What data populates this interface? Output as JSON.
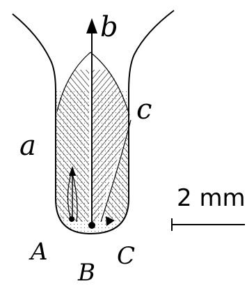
{
  "diagram": {
    "labels": {
      "a": "a",
      "b": "b",
      "c": "c",
      "A": "A",
      "B": "B",
      "C": "C"
    },
    "scale_bar": {
      "label": "2 mm"
    }
  }
}
